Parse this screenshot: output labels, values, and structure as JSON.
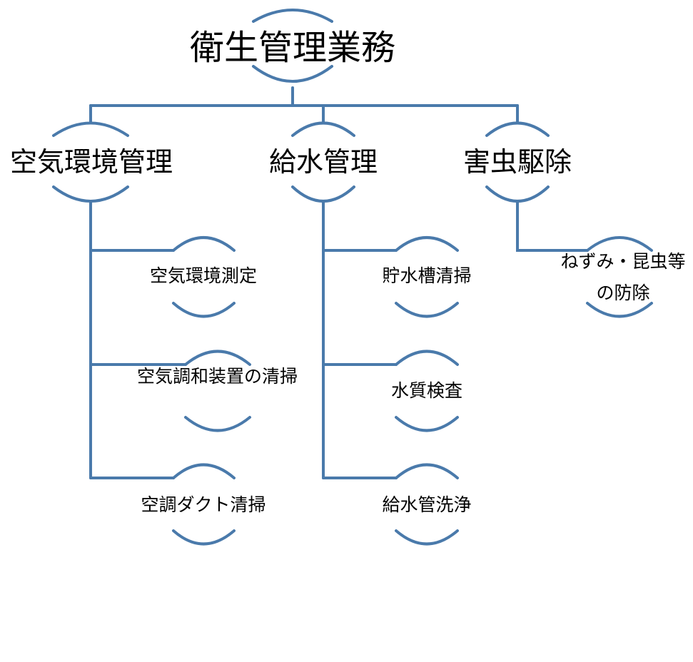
{
  "root": {
    "label": "衛生管理業務"
  },
  "categories": [
    {
      "label": "空気環境管理",
      "items": [
        {
          "label": "空気環境測定"
        },
        {
          "label": "空気調和装置の清掃"
        },
        {
          "label": "空調ダクト清掃"
        }
      ]
    },
    {
      "label": "給水管理",
      "items": [
        {
          "label": "貯水槽清掃"
        },
        {
          "label": "水質検査"
        },
        {
          "label": "給水管洗浄"
        }
      ]
    },
    {
      "label": "害虫駆除",
      "items": [
        {
          "label": "ねずみ・昆虫等の防除"
        }
      ]
    }
  ],
  "style": {
    "line_color": "#4a7aab",
    "text_color": "#000000"
  }
}
